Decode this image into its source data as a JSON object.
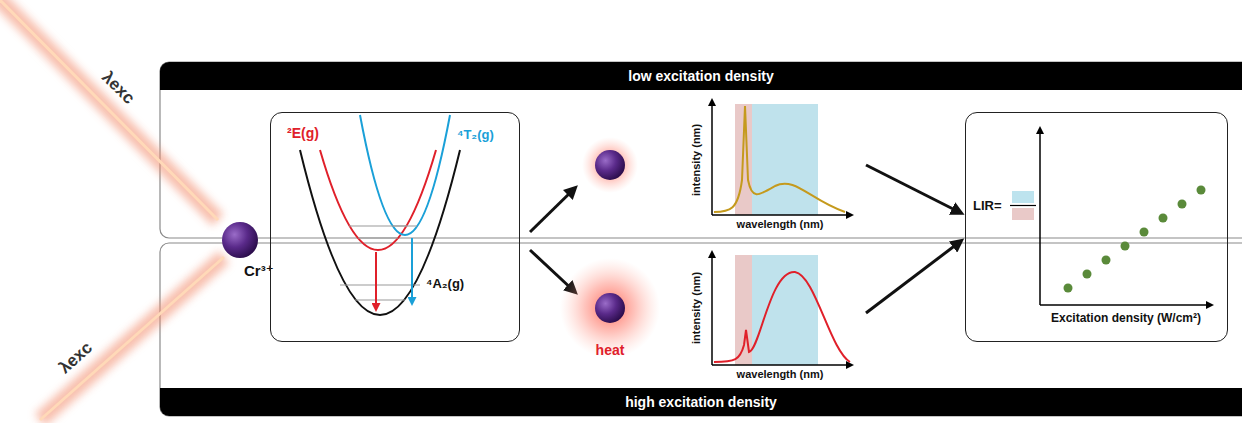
{
  "diagram": {
    "nodes": [
      {
        "text": [
          "low excitation density"
        ]
      },
      {
        "text": [
          "high excitation density"
        ]
      },
      {
        "text": [
          "²E(g)",
          "⁴T₂(g)",
          "⁴A₂(g)"
        ]
      },
      {
        "text": [
          "LIR=",
          "Excitation density (W/cm²)"
        ]
      },
      {
        "text": [
          "intensity (nm)",
          "wavelength (nm)"
        ]
      },
      {
        "text": [
          "intensity (nm)",
          "wavelength (nm)"
        ]
      }
    ],
    "edges": [
      {
        "from": 4,
        "to": 3,
        "arrow": "to"
      },
      {
        "from": 5,
        "to": 3,
        "arrow": "to"
      }
    ],
    "labels": [
      "λexc",
      "λexc",
      "Cr³⁺",
      "heat"
    ]
  }
}
